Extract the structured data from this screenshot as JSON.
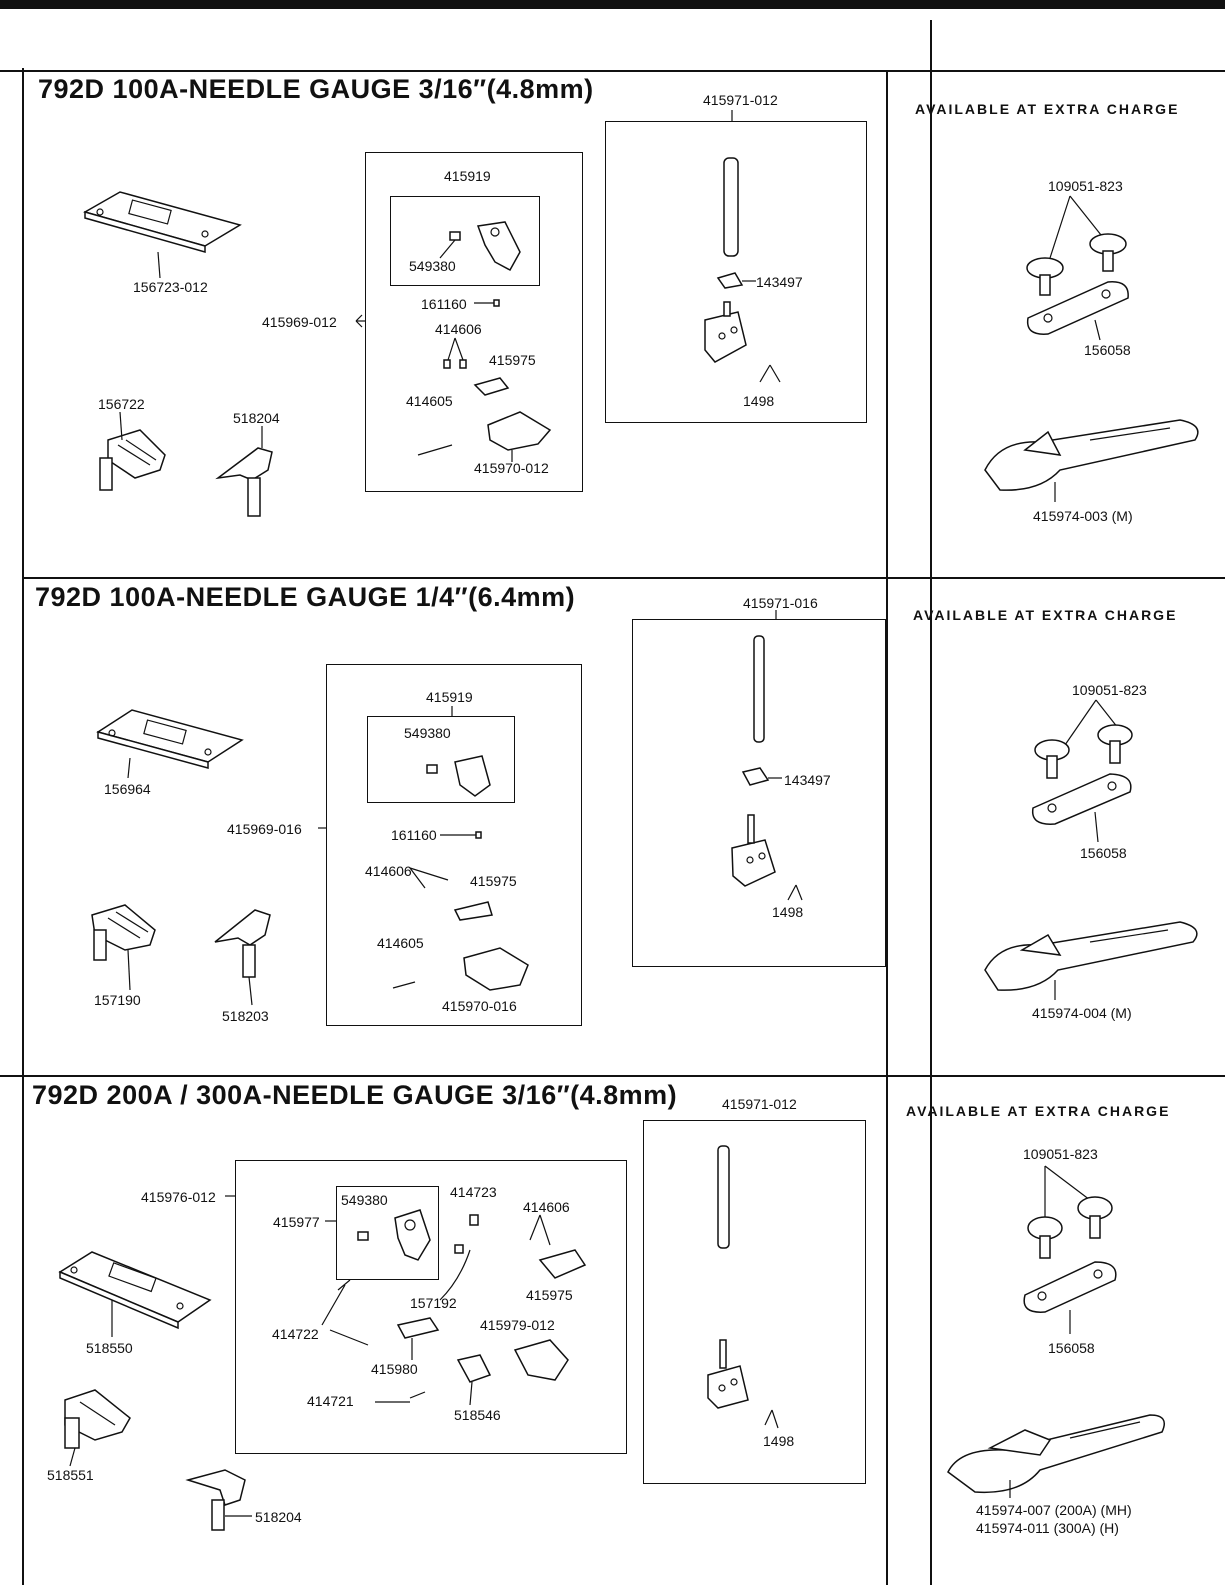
{
  "sections": [
    {
      "title": "792D 100A-NEEDLE GAUGE 3/16″(4.8mm)",
      "assembly": "415969-012",
      "subassembly": "415919",
      "rod_assembly": "415971-012",
      "parts": [
        "156723-012",
        "156722",
        "518204",
        "549380",
        "161160",
        "414606",
        "415975",
        "414605",
        "415970-012",
        "143497",
        "1498"
      ],
      "extra": {
        "header": "AVAILABLE AT EXTRA CHARGE",
        "screw": "109051-823",
        "plate": "156058",
        "guide": [
          "415974-003 (M)"
        ]
      }
    },
    {
      "title": "792D 100A-NEEDLE GAUGE 1/4″(6.4mm)",
      "assembly": "415969-016",
      "subassembly": "415919",
      "rod_assembly": "415971-016",
      "parts": [
        "156964",
        "157190",
        "518203",
        "549380",
        "161160",
        "414606",
        "415975",
        "414605",
        "415970-016",
        "143497",
        "1498"
      ],
      "extra": {
        "header": "AVAILABLE AT EXTRA CHARGE",
        "screw": "109051-823",
        "plate": "156058",
        "guide": [
          "415974-004 (M)"
        ]
      }
    },
    {
      "title": "792D 200A / 300A-NEEDLE GAUGE 3/16″(4.8mm)",
      "assembly": "415976-012",
      "subassembly": "415977",
      "rod_assembly": "415971-012",
      "parts": [
        "518550",
        "518551",
        "518204",
        "549380",
        "414723",
        "414606",
        "157192",
        "415975",
        "414722",
        "415980",
        "415979-012",
        "414721",
        "518546",
        "1498"
      ],
      "extra": {
        "header": "AVAILABLE AT EXTRA CHARGE",
        "screw": "109051-823",
        "plate": "156058",
        "guide": [
          "415974-007 (200A) (MH)",
          "415974-011 (300A) (H)"
        ]
      }
    }
  ]
}
